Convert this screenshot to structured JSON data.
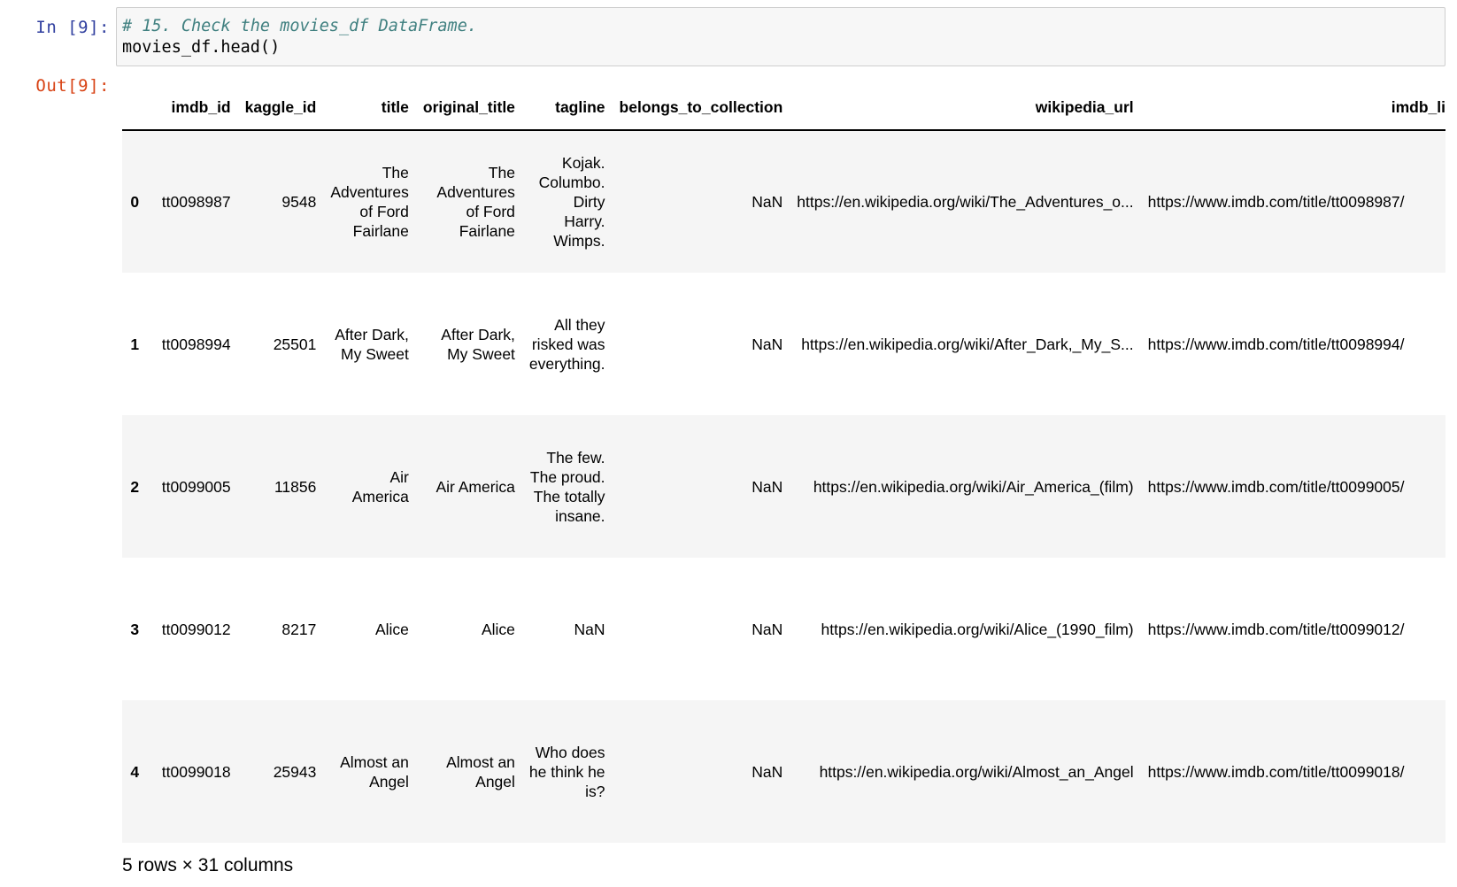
{
  "cell": {
    "in_prompt": "In [9]:",
    "out_prompt": "Out[9]:",
    "code_comment": "# 15. Check the movies_df DataFrame.",
    "code_line": "movies_df.head()"
  },
  "dataframe": {
    "columns": [
      "",
      "imdb_id",
      "kaggle_id",
      "title",
      "original_title",
      "tagline",
      "belongs_to_collection",
      "wikipedia_url",
      "imdb_li"
    ],
    "rows": [
      {
        "index": "0",
        "imdb_id": "tt0098987",
        "kaggle_id": "9548",
        "title": "The Adventures of Ford Fairlane",
        "original_title": "The Adventures of Ford Fairlane",
        "tagline": "Kojak. Columbo. Dirty Harry. Wimps.",
        "belongs_to_collection": "NaN",
        "wikipedia_url": "https://en.wikipedia.org/wiki/The_Adventures_o...",
        "imdb_link": "https://www.imdb.com/title/tt0098987/"
      },
      {
        "index": "1",
        "imdb_id": "tt0098994",
        "kaggle_id": "25501",
        "title": "After Dark, My Sweet",
        "original_title": "After Dark, My Sweet",
        "tagline": "All they risked was everything.",
        "belongs_to_collection": "NaN",
        "wikipedia_url": "https://en.wikipedia.org/wiki/After_Dark,_My_S...",
        "imdb_link": "https://www.imdb.com/title/tt0098994/"
      },
      {
        "index": "2",
        "imdb_id": "tt0099005",
        "kaggle_id": "11856",
        "title": "Air America",
        "original_title": "Air America",
        "tagline": "The few. The proud. The totally insane.",
        "belongs_to_collection": "NaN",
        "wikipedia_url": "https://en.wikipedia.org/wiki/Air_America_(film)",
        "imdb_link": "https://www.imdb.com/title/tt0099005/"
      },
      {
        "index": "3",
        "imdb_id": "tt0099012",
        "kaggle_id": "8217",
        "title": "Alice",
        "original_title": "Alice",
        "tagline": "NaN",
        "belongs_to_collection": "NaN",
        "wikipedia_url": "https://en.wikipedia.org/wiki/Alice_(1990_film)",
        "imdb_link": "https://www.imdb.com/title/tt0099012/"
      },
      {
        "index": "4",
        "imdb_id": "tt0099018",
        "kaggle_id": "25943",
        "title": "Almost an Angel",
        "original_title": "Almost an Angel",
        "tagline": "Who does he think he is?",
        "belongs_to_collection": "NaN",
        "wikipedia_url": "https://en.wikipedia.org/wiki/Almost_an_Angel",
        "imdb_link": "https://www.imdb.com/title/tt0099018/"
      }
    ],
    "shape_text": "5 rows × 31 columns"
  },
  "colors": {
    "in_prompt": "#303f9f",
    "out_prompt": "#d84315",
    "comment": "#408080",
    "row_stripe": "#f5f5f5"
  }
}
